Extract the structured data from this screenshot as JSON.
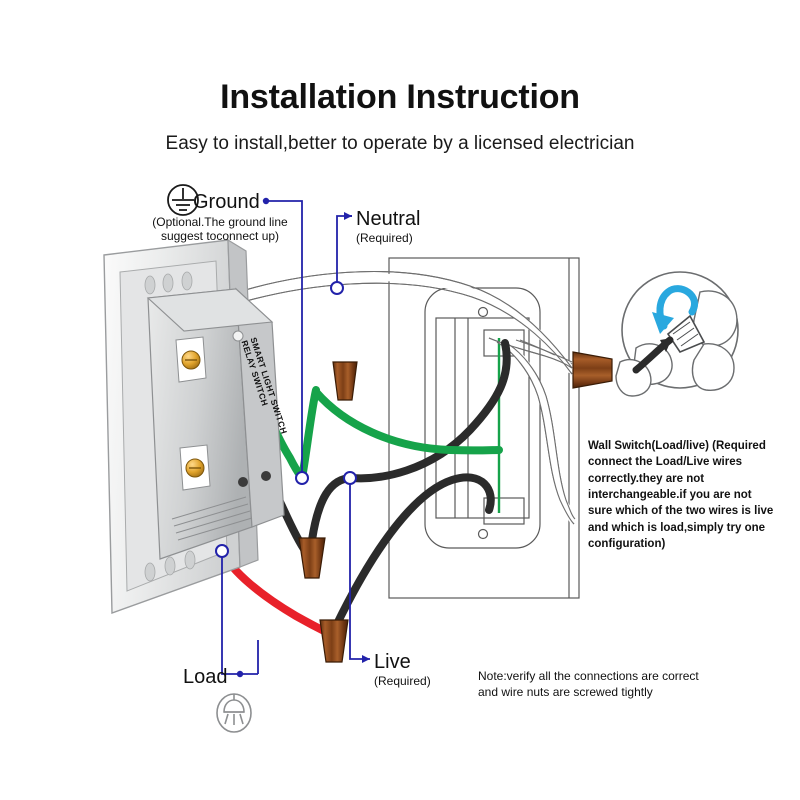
{
  "header": {
    "title": "Installation Instruction",
    "subtitle": "Easy to install,better to operate by a licensed electrician"
  },
  "labels": {
    "ground": "Ground",
    "ground_note": "(Optional.The ground line suggest toconnect up)",
    "neutral": "Neutral",
    "neutral_sub": "(Required)",
    "live": "Live",
    "live_sub": "(Required)",
    "load": "Load"
  },
  "device": {
    "brand_line_1": "SMART LIGHT SWITCH",
    "brand_line_2": "RELAY SWITCH"
  },
  "notes": {
    "wall_switch": "Wall Switch(Load/live) (Required connect the Load/Live wires correctly.they are not interchangeable.if you are not sure which of the two wires is live and which is load,simply try one configuration)",
    "bottom": "Note:verify all the connections are correct and wire nuts are screwed tightly"
  },
  "icons": {
    "ground_symbol": "ground-icon",
    "lamp_symbol": "lamp-icon",
    "twist_detail": "wire-nut-twist-icon"
  },
  "colors": {
    "wire_ground": "#16a34a",
    "wire_live": "#2b2b2b",
    "wire_load": "#e8212a",
    "wire_neutral": "#ffffff",
    "wire_nut": "#8b4a22",
    "leader_line": "#2222aa",
    "arrow_blue": "#29a8df",
    "device_body": "#d8d9da",
    "text": "#111111"
  }
}
